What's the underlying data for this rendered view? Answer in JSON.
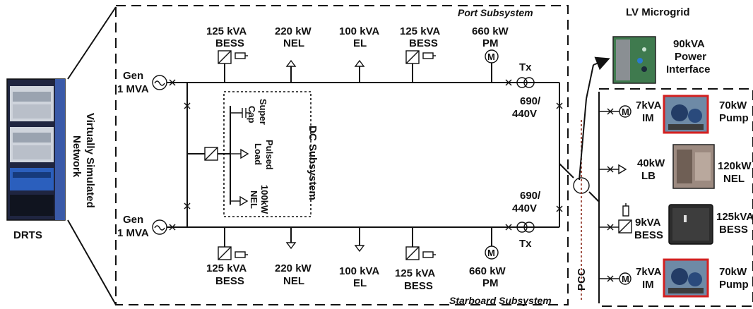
{
  "labels": {
    "drts": "DRTS",
    "virtual_1": "Virtually Simulated",
    "virtual_2": "Network",
    "port_subsystem": "Port Subsystem",
    "starboard_subsystem": "Starboard Subsystem",
    "dc_subsystem": "DC Subsystem",
    "lv_microgrid": "LV Microgrid",
    "pcc": "PCC",
    "power_interface_1": "90kVA",
    "power_interface_2": "Power",
    "power_interface_3": "Interface"
  },
  "port": {
    "gen_1": "Gen",
    "gen_2": "1 MVA",
    "bess1_1": "125 kVA",
    "bess1_2": "BESS",
    "nel_1": "220 kW",
    "nel_2": "NEL",
    "el_1": "100 kVA",
    "el_2": "EL",
    "bess2_1": "125 kVA",
    "bess2_2": "BESS",
    "pm_1": "660 kW",
    "pm_2": "PM",
    "tx": "Tx",
    "tx_v1": "690/",
    "tx_v2": "440V"
  },
  "starboard": {
    "gen_1": "Gen",
    "gen_2": "1 MVA",
    "bess1_1": "125 kVA",
    "bess1_2": "BESS",
    "nel_1": "220 kW",
    "nel_2": "NEL",
    "el_1": "100 kVA",
    "el_2": "EL",
    "bess2_1": "125 kVA",
    "bess2_2": "BESS",
    "pm_1": "660 kW",
    "pm_2": "PM",
    "tx": "Tx",
    "tx_v1": "690/",
    "tx_v2": "440V"
  },
  "dc": {
    "supercap_1": "Super",
    "supercap_2": "Cap",
    "pulsed_1": "Pulsed",
    "pulsed_2": "Load",
    "nel_1": "100kW",
    "nel_2": "NEL"
  },
  "lv": {
    "im1_1": "7kVA",
    "im1_2": "IM",
    "pump1_1": "70kW",
    "pump1_2": "Pump",
    "lb_1": "40kW",
    "lb_2": "LB",
    "nel_1": "120kW",
    "nel_2": "NEL",
    "bess_1": "9kVA",
    "bess_2": "BESS",
    "bess_big_1": "125kVA",
    "bess_big_2": "BESS",
    "im2_1": "7kVA",
    "im2_2": "IM",
    "pump2_1": "70kW",
    "pump2_2": "Pump"
  },
  "symbols": {
    "motor": "M",
    "dc_mark": "=",
    "ac_mark": "~"
  },
  "colors": {
    "line": "#111111",
    "pcc_line": "#8b2a1a",
    "panel_green": "#3f7a4e",
    "pump_frame": "#d32020",
    "cabinet_blue": "#2d4a86"
  }
}
